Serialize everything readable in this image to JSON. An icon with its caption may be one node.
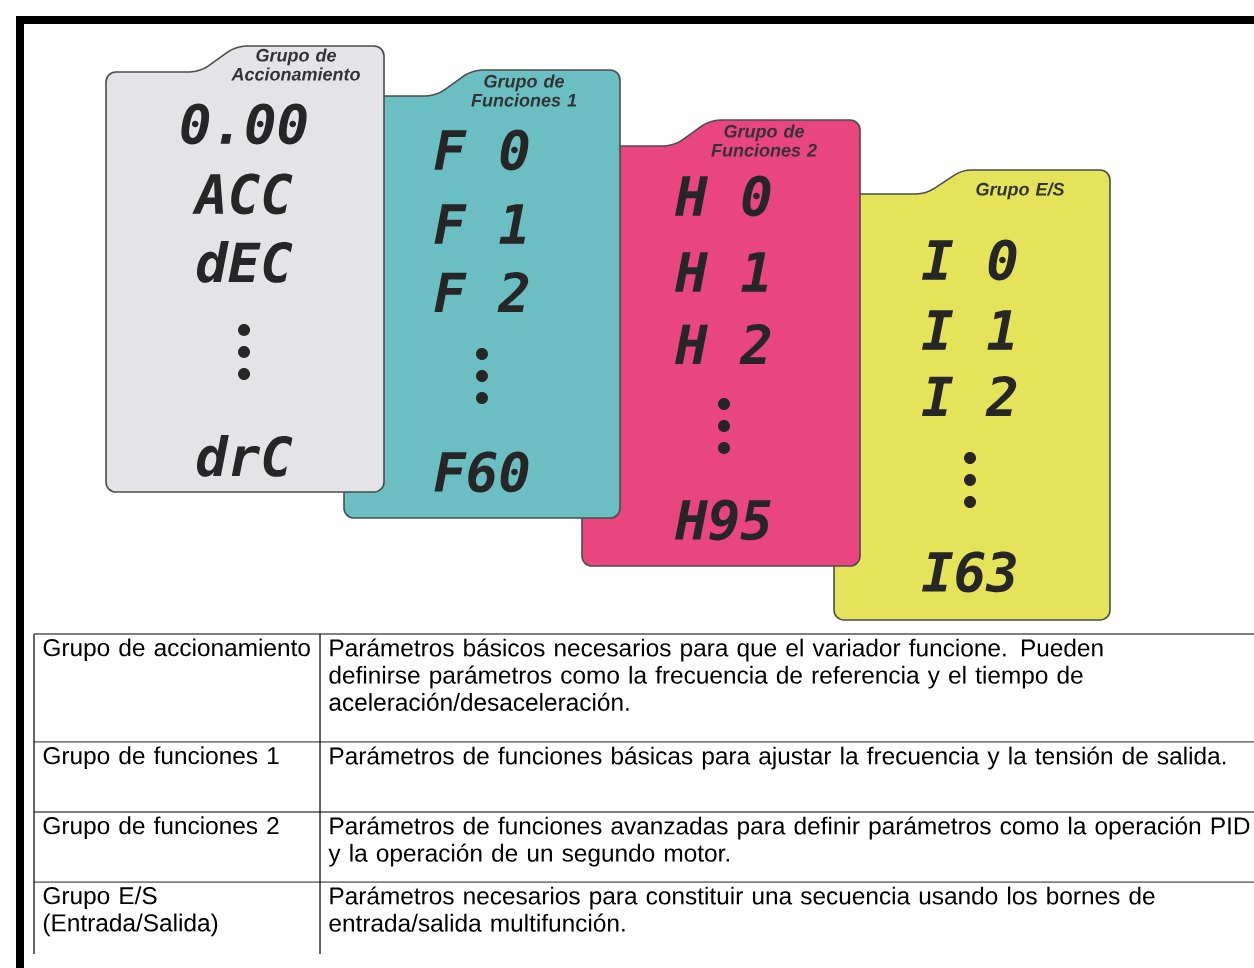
{
  "diagram": {
    "nodes": [
      {
        "text": [
          "Grupo de Accionamiento",
          "0.00",
          "ACC",
          "dEC",
          "drC"
        ]
      },
      {
        "text": [
          "Grupo de Funciones 1",
          "F 0",
          "F 1",
          "F 2",
          "F60"
        ]
      },
      {
        "text": [
          "Grupo de Funciones 2",
          "H 0",
          "H 1",
          "H 2",
          "H95"
        ]
      },
      {
        "text": [
          "Grupo E/S",
          "I 0",
          "I 1",
          "I 2",
          "I63"
        ]
      }
    ],
    "labels": [
      "Grupo de accionamiento",
      "Parámetros básicos necesarios para que el variador funcione. Pueden definirse parámetros como la frecuencia de referencia y el tiempo de aceleración/desaceleración.",
      "Grupo de funciones 1",
      "Parámetros de funciones básicas para ajustar la frecuencia y la tensión de salida.",
      "Grupo de funciones 2",
      "Parámetros de funciones avanzadas para definir parámetros como la operación PID y la operación de un segundo motor.",
      "Grupo E/S (Entrada/Salida)",
      "Parámetros necesarios para constituir una secuencia usando los bornes de entrada/salida multifunción."
    ]
  }
}
